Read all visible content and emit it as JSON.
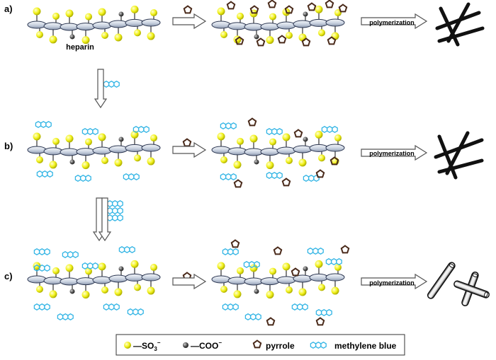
{
  "rows": [
    {
      "label": "a)",
      "polymerization_label": "polymerization",
      "product": "fibers"
    },
    {
      "label": "b)",
      "polymerization_label": "polymerization",
      "product": "fibers"
    },
    {
      "label": "c)",
      "polymerization_label": "polymerization",
      "product": "tubes"
    }
  ],
  "heparin_label": "heparin",
  "legend": {
    "so3": "—SO",
    "so3_sub": "3",
    "so3_sup": "−",
    "coo": "—COO",
    "coo_sup": "−",
    "pyrrole": "pyrrole",
    "methylene_blue": "methylene blue"
  },
  "colors": {
    "sulfonate": "#f2f21c",
    "carboxylate": "#555555",
    "backbone": "#c9d2e0",
    "pyrrole": "#4a2a1a",
    "methylene_blue": "#33b5e5"
  }
}
